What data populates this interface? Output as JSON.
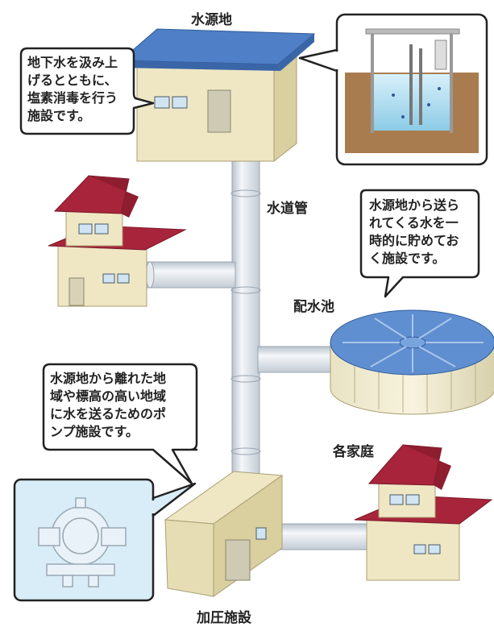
{
  "labels": {
    "water_source": "水源地",
    "water_pipe": "水道管",
    "distribution_reservoir": "配水池",
    "households": "各家庭",
    "booster_facility": "加圧施設"
  },
  "bubbles": {
    "water_source": [
      "地下水を汲み上",
      "げるとともに、",
      "塩素消毒を行う",
      "施設です。"
    ],
    "reservoir": [
      "水源地から送ら",
      "れてくる水を一",
      "時的に貯めてお",
      "く施設です。"
    ],
    "booster": [
      "水源地から離れた地",
      "域や標高の高い地域",
      "に水を送るためのポ",
      "ンプ施設です。"
    ]
  },
  "colors": {
    "roof_blue": "#4f7fc6",
    "roof_red": "#a8243a",
    "wall": "#efe7c4",
    "pipe": "#e3e8ee",
    "tank_top": "#5f8fd0",
    "water": "#bfe3f2",
    "ground": "#a97c50",
    "pump_panel": "#d9edf8"
  }
}
